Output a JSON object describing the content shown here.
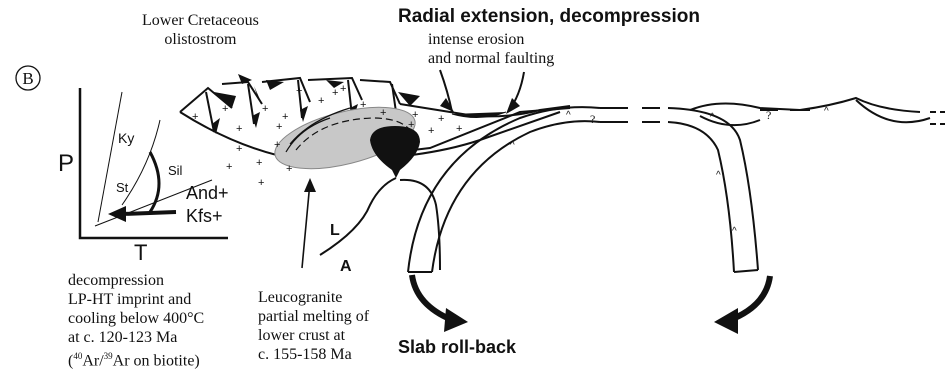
{
  "panel_label": "B",
  "title": "Radial extension, decompression",
  "erosion": [
    "intense erosion",
    "and normal faulting"
  ],
  "olistostrom": [
    "Lower Cretaceous",
    "olistostrom"
  ],
  "pt_diagram": {
    "axis_p": "P",
    "axis_t": "T",
    "ky": "Ky",
    "sil": "Sil",
    "st": "St",
    "and": "And+",
    "kfs": "Kfs+"
  },
  "decompression_note": [
    "decompression",
    "LP-HT imprint and",
    "cooling below 400°C",
    "at c. 120-123 Ma"
  ],
  "biotite_note": {
    "open": "(",
    "sup1": "40",
    "ar1": "Ar/",
    "sup2": "39",
    "ar2": "Ar on biotite)"
  },
  "leucogranite_note": [
    "Leucogranite",
    "partial melting of",
    "lower crust at",
    "c. 155-158 Ma"
  ],
  "slab_label": "Slab roll-back",
  "label_l": "L",
  "label_a": "A",
  "question_marks": [
    "?",
    "?"
  ],
  "arrow_marks": [
    "^",
    "^",
    "^",
    "^",
    "^",
    "^"
  ]
}
